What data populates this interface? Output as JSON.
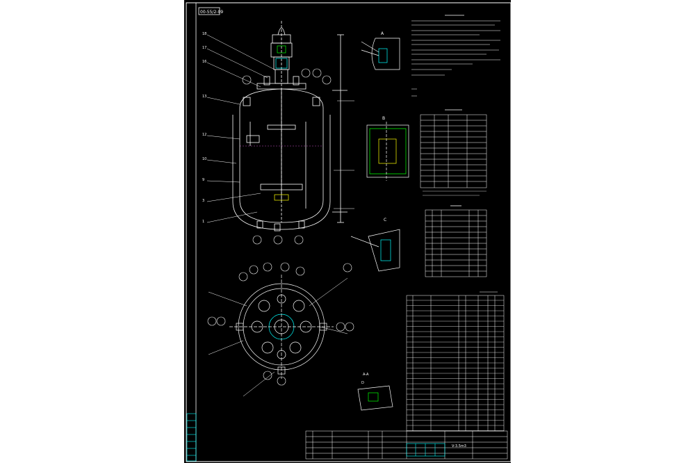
{
  "drawing": {
    "stamp": "00-55/2-09",
    "view_label_a": "A",
    "view_label_b": "B",
    "view_label_c": "C",
    "view_label_d": "D",
    "section_label": "A-A",
    "footer_text": "V-3.5m3",
    "colors": {
      "background": "#ffffff",
      "canvas": "#000000",
      "line": "#ffffff",
      "accent_cyan": "#00ffff",
      "accent_green": "#00ff00",
      "accent_yellow": "#ffff00",
      "accent_red": "#ff3333",
      "accent_magenta": "#ff66ff"
    }
  }
}
